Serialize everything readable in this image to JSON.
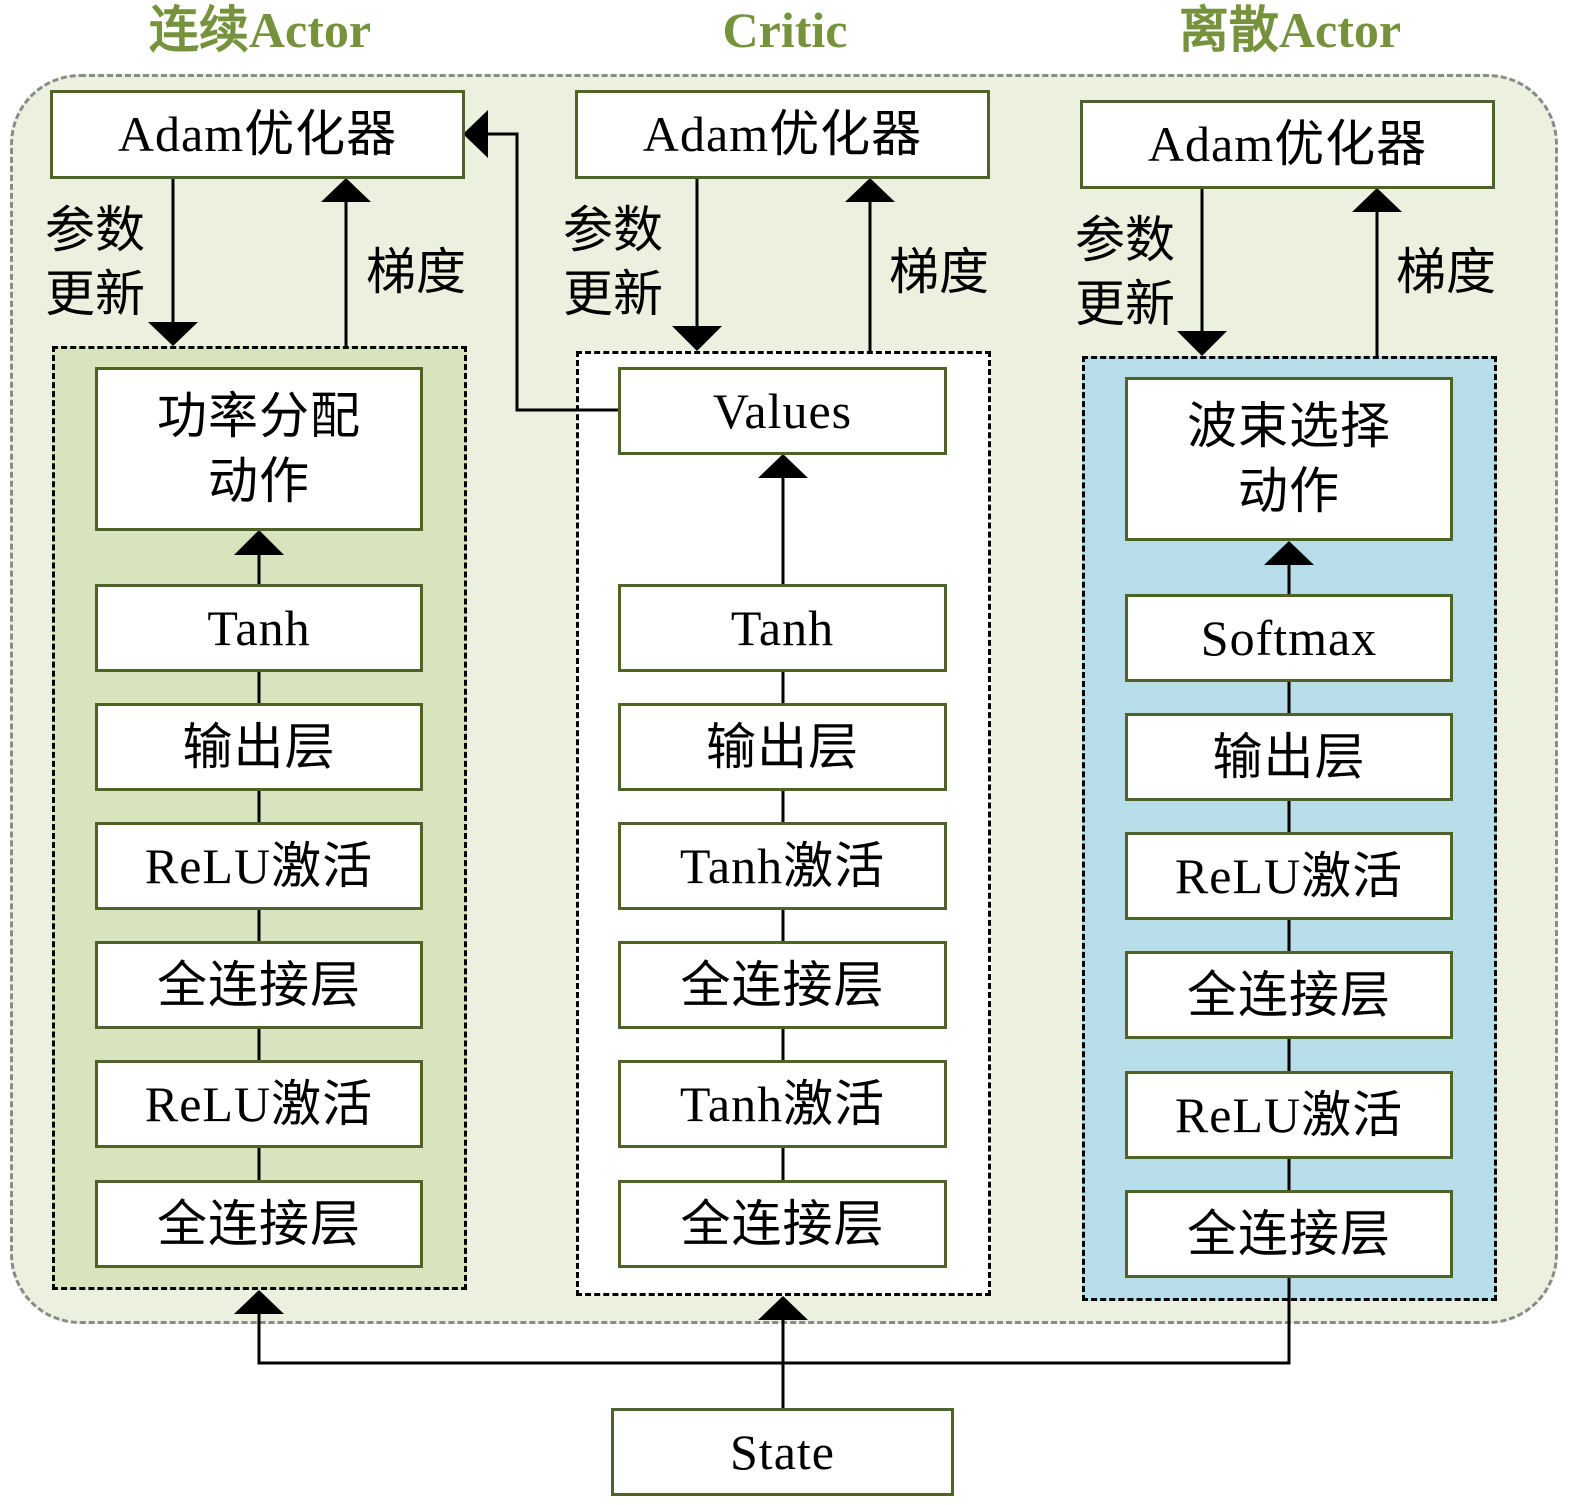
{
  "titles": {
    "continuous_actor": "连续Actor",
    "critic": "Critic",
    "discrete_actor": "离散Actor"
  },
  "colors": {
    "title_green": "#76923c",
    "outer_bg": "#ebf1de",
    "continuous_group_bg": "#d7e4bd",
    "critic_group_bg": "#ffffff",
    "discrete_group_bg": "#b7dde8",
    "box_border": "#4f6228"
  },
  "labels": {
    "param_update_line1": "参数",
    "param_update_line2": "更新",
    "gradient": "梯度"
  },
  "continuous_actor": {
    "optimizer": "Adam优化器",
    "output_line1": "功率分配",
    "output_line2": "动作",
    "layers": [
      "Tanh",
      "输出层",
      "ReLU激活",
      "全连接层",
      "ReLU激活",
      "全连接层"
    ]
  },
  "critic": {
    "optimizer": "Adam优化器",
    "output": "Values",
    "layers": [
      "Tanh",
      "输出层",
      "Tanh激活",
      "全连接层",
      "Tanh激活",
      "全连接层"
    ]
  },
  "discrete_actor": {
    "optimizer": "Adam优化器",
    "output_line1": "波束选择",
    "output_line2": "动作",
    "layers": [
      "Softmax",
      "输出层",
      "ReLU激活",
      "全连接层",
      "ReLU激活",
      "全连接层"
    ]
  },
  "input": {
    "state": "State"
  }
}
